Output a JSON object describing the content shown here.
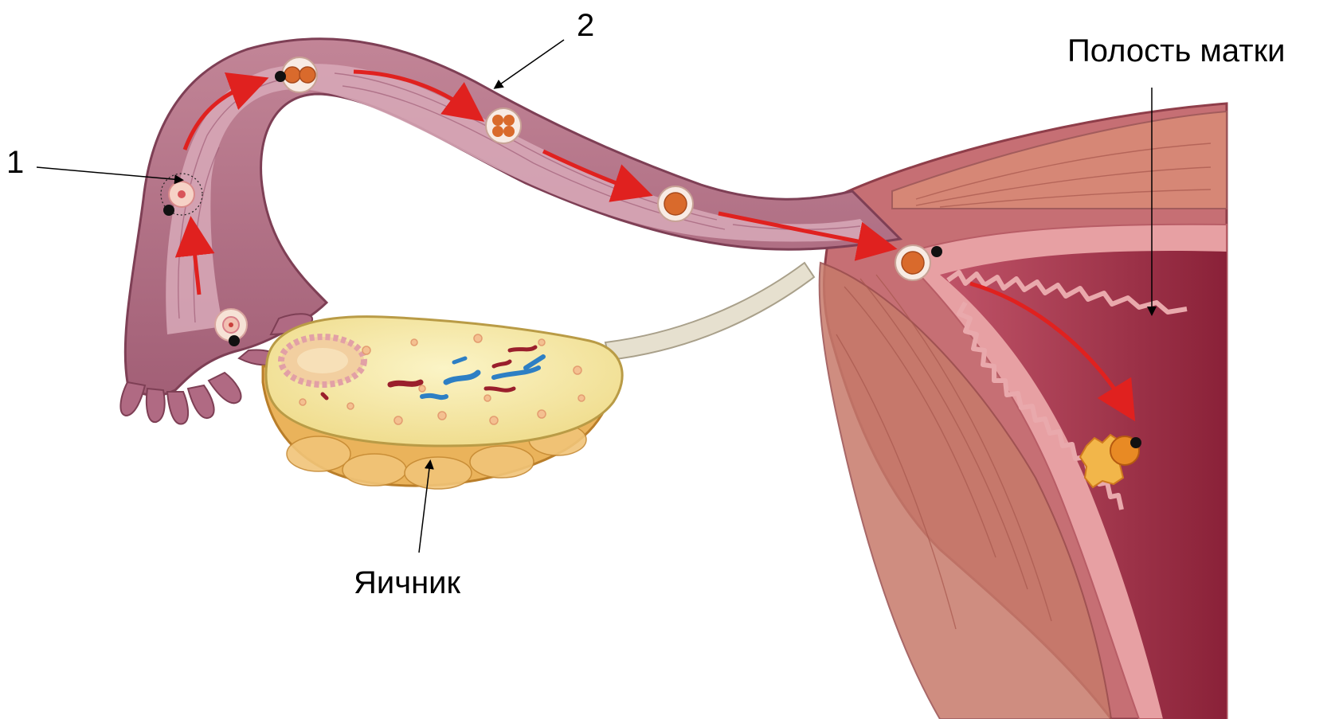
{
  "labels": {
    "marker_1": "1",
    "marker_2": "2",
    "uterine_cavity": "Полость матки",
    "ovary": "Яичник"
  },
  "colors": {
    "tube_fill": "#b87287",
    "tube_edge": "#7e3f55",
    "tube_lumen": "#d8a9b8",
    "uterus_muscle": "#c66f74",
    "uterus_cavity": "#9e2d44",
    "endometrium": "#e7a0a3",
    "ovary_cortex": "#f7ecae",
    "ovary_base": "#eab35b",
    "ligament": "#e6e0cf",
    "arrow": "#e0211f",
    "embryo": "#d96a2c"
  },
  "icons": {
    "migration_arrow": "red-arrow-icon",
    "egg_cell": "egg-cell-icon",
    "sperm": "sperm-head-icon",
    "embryo": "embryo-icon"
  }
}
